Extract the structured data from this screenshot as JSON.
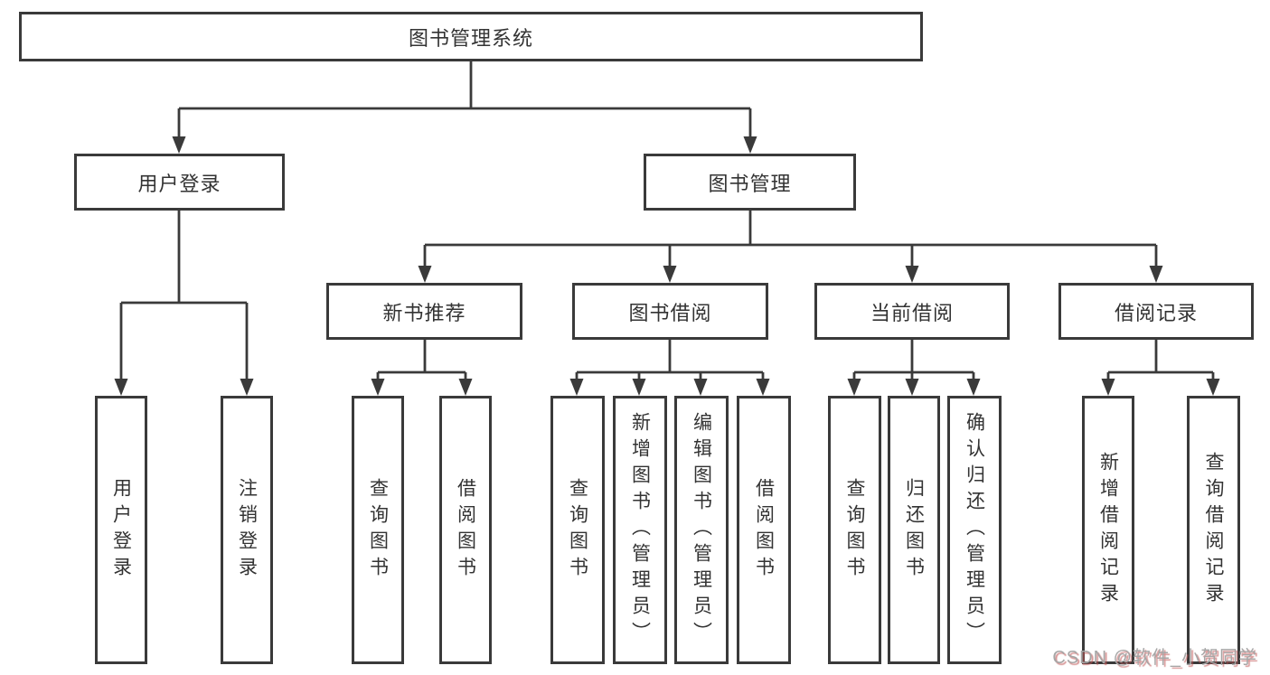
{
  "tree": {
    "label": "图书管理系统",
    "children": [
      {
        "label": "用户登录",
        "children": [
          {
            "label": "用户登录"
          },
          {
            "label": "注销登录"
          }
        ]
      },
      {
        "label": "图书管理",
        "children": [
          {
            "label": "新书推荐",
            "children": [
              {
                "label": "查询图书"
              },
              {
                "label": "借阅图书"
              }
            ]
          },
          {
            "label": "图书借阅",
            "children": [
              {
                "label": "查询图书"
              },
              {
                "label": "新增图书（管理员）"
              },
              {
                "label": "编辑图书（管理员）"
              },
              {
                "label": "借阅图书"
              }
            ]
          },
          {
            "label": "当前借阅",
            "children": [
              {
                "label": "查询图书"
              },
              {
                "label": "归还图书"
              },
              {
                "label": "确认归还（管理员）"
              }
            ]
          },
          {
            "label": "借阅记录",
            "children": [
              {
                "label": "新增借阅记录"
              },
              {
                "label": "查询借阅记录"
              }
            ]
          }
        ]
      }
    ]
  },
  "watermark": {
    "text": "CSDN @软件_小贺同学"
  },
  "colors": {
    "line": "#3a3a3a",
    "text": "#333333",
    "background": "#ffffff",
    "watermark_gray": "#a6a6a6",
    "watermark_shadow_red": "#c05555"
  }
}
